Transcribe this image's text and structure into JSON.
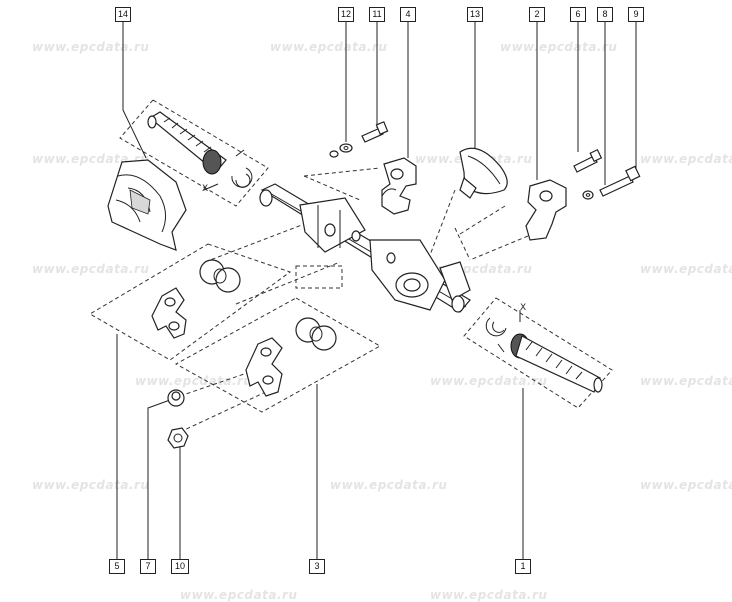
{
  "watermark": {
    "text": "www.epcdata.ru"
  },
  "callouts": [
    {
      "id": "c14",
      "label": "14"
    },
    {
      "id": "c12",
      "label": "12"
    },
    {
      "id": "c11",
      "label": "11"
    },
    {
      "id": "c4",
      "label": "4"
    },
    {
      "id": "c13",
      "label": "13"
    },
    {
      "id": "c2",
      "label": "2"
    },
    {
      "id": "c6",
      "label": "6"
    },
    {
      "id": "c8",
      "label": "8"
    },
    {
      "id": "c9",
      "label": "9"
    },
    {
      "id": "c5",
      "label": "5"
    },
    {
      "id": "c7",
      "label": "7"
    },
    {
      "id": "c10",
      "label": "10"
    },
    {
      "id": "c3",
      "label": "3"
    },
    {
      "id": "c1",
      "label": "1"
    }
  ],
  "dimension_marks": {
    "left_boot": "X",
    "right_boot": "X"
  },
  "colors": {
    "line": "#222222",
    "watermark": "#e4e4e4",
    "part_fill": "#ffffff",
    "shade": "#d8d8d8"
  }
}
